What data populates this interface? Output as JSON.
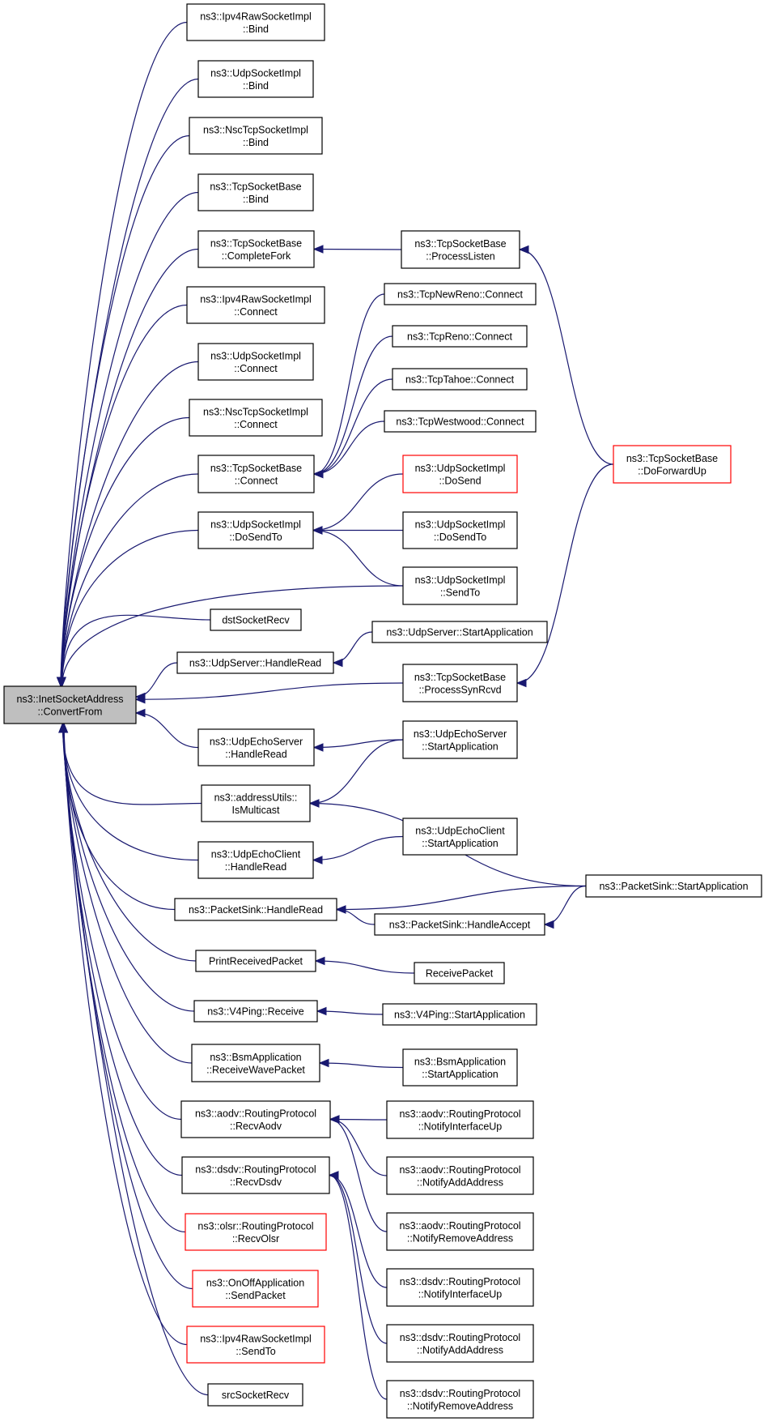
{
  "colors": {
    "edge": "#191970",
    "node_border": "#000000",
    "node_border_truncated": "#ff0000",
    "root_fill": "#bfbfbf"
  },
  "root": {
    "id": "root",
    "lines": [
      "ns3::InetSocketAddress",
      "::ConvertFrom"
    ]
  },
  "callers": [
    {
      "id": "c1",
      "lines": [
        "ns3::Ipv4RawSocketImpl",
        "::Bind"
      ]
    },
    {
      "id": "c2",
      "lines": [
        "ns3::UdpSocketImpl",
        "::Bind"
      ]
    },
    {
      "id": "c3",
      "lines": [
        "ns3::NscTcpSocketImpl",
        "::Bind"
      ]
    },
    {
      "id": "c4",
      "lines": [
        "ns3::TcpSocketBase",
        "::Bind"
      ]
    },
    {
      "id": "c5",
      "lines": [
        "ns3::TcpSocketBase",
        "::CompleteFork"
      ]
    },
    {
      "id": "c6",
      "lines": [
        "ns3::Ipv4RawSocketImpl",
        "::Connect"
      ]
    },
    {
      "id": "c7",
      "lines": [
        "ns3::UdpSocketImpl",
        "::Connect"
      ]
    },
    {
      "id": "c8",
      "lines": [
        "ns3::NscTcpSocketImpl",
        "::Connect"
      ]
    },
    {
      "id": "c9",
      "lines": [
        "ns3::TcpSocketBase",
        "::Connect"
      ]
    },
    {
      "id": "c10",
      "lines": [
        "ns3::UdpSocketImpl",
        "::DoSendTo"
      ]
    },
    {
      "id": "c11",
      "lines": [
        "dstSocketRecv"
      ]
    },
    {
      "id": "c12",
      "lines": [
        "ns3::UdpServer::HandleRead"
      ]
    },
    {
      "id": "c13",
      "lines": [
        "ns3::UdpEchoServer",
        "::HandleRead"
      ]
    },
    {
      "id": "c14",
      "lines": [
        "ns3::addressUtils::",
        "IsMulticast"
      ]
    },
    {
      "id": "c15",
      "lines": [
        "ns3::UdpEchoClient",
        "::HandleRead"
      ]
    },
    {
      "id": "c16",
      "lines": [
        "ns3::PacketSink::HandleRead"
      ]
    },
    {
      "id": "c17",
      "lines": [
        "PrintReceivedPacket"
      ]
    },
    {
      "id": "c18",
      "lines": [
        "ns3::V4Ping::Receive"
      ]
    },
    {
      "id": "c19",
      "lines": [
        "ns3::BsmApplication",
        "::ReceiveWavePacket"
      ]
    },
    {
      "id": "c20",
      "lines": [
        "ns3::aodv::RoutingProtocol",
        "::RecvAodv"
      ]
    },
    {
      "id": "c21",
      "lines": [
        "ns3::dsdv::RoutingProtocol",
        "::RecvDsdv"
      ]
    },
    {
      "id": "c22",
      "lines": [
        "ns3::olsr::RoutingProtocol",
        "::RecvOlsr"
      ],
      "truncated": true
    },
    {
      "id": "c23",
      "lines": [
        "ns3::OnOffApplication",
        "::SendPacket"
      ],
      "truncated": true
    },
    {
      "id": "c24",
      "lines": [
        "ns3::Ipv4RawSocketImpl",
        "::SendTo"
      ],
      "truncated": true
    },
    {
      "id": "c25",
      "lines": [
        "srcSocketRecv"
      ]
    }
  ],
  "second_level": [
    {
      "id": "d1",
      "lines": [
        "ns3::TcpSocketBase",
        "::ProcessListen"
      ]
    },
    {
      "id": "d2",
      "lines": [
        "ns3::TcpNewReno::Connect"
      ]
    },
    {
      "id": "d3",
      "lines": [
        "ns3::TcpReno::Connect"
      ]
    },
    {
      "id": "d4",
      "lines": [
        "ns3::TcpTahoe::Connect"
      ]
    },
    {
      "id": "d5",
      "lines": [
        "ns3::TcpWestwood::Connect"
      ]
    },
    {
      "id": "d6",
      "lines": [
        "ns3::UdpSocketImpl",
        "::DoSend"
      ],
      "truncated": true
    },
    {
      "id": "d7",
      "lines": [
        "ns3::UdpSocketImpl",
        "::DoSendTo"
      ]
    },
    {
      "id": "d8",
      "lines": [
        "ns3::UdpSocketImpl",
        "::SendTo"
      ]
    },
    {
      "id": "d9",
      "lines": [
        "ns3::UdpServer::StartApplication"
      ]
    },
    {
      "id": "d10",
      "lines": [
        "ns3::TcpSocketBase",
        "::ProcessSynRcvd"
      ]
    },
    {
      "id": "d11",
      "lines": [
        "ns3::UdpEchoServer",
        "::StartApplication"
      ]
    },
    {
      "id": "d12",
      "lines": [
        "ns3::UdpEchoClient",
        "::StartApplication"
      ]
    },
    {
      "id": "d13",
      "lines": [
        "ns3::PacketSink::HandleAccept"
      ]
    },
    {
      "id": "d14",
      "lines": [
        "ReceivePacket"
      ]
    },
    {
      "id": "d15",
      "lines": [
        "ns3::V4Ping::StartApplication"
      ]
    },
    {
      "id": "d16",
      "lines": [
        "ns3::BsmApplication",
        "::StartApplication"
      ]
    },
    {
      "id": "d17",
      "lines": [
        "ns3::aodv::RoutingProtocol",
        "::NotifyInterfaceUp"
      ]
    },
    {
      "id": "d18",
      "lines": [
        "ns3::aodv::RoutingProtocol",
        "::NotifyAddAddress"
      ]
    },
    {
      "id": "d19",
      "lines": [
        "ns3::aodv::RoutingProtocol",
        "::NotifyRemoveAddress"
      ]
    },
    {
      "id": "d20",
      "lines": [
        "ns3::dsdv::RoutingProtocol",
        "::NotifyInterfaceUp"
      ]
    },
    {
      "id": "d21",
      "lines": [
        "ns3::dsdv::RoutingProtocol",
        "::NotifyAddAddress"
      ]
    },
    {
      "id": "d22",
      "lines": [
        "ns3::dsdv::RoutingProtocol",
        "::NotifyRemoveAddress"
      ]
    }
  ],
  "third_level": [
    {
      "id": "e1",
      "lines": [
        "ns3::TcpSocketBase",
        "::DoForwardUp"
      ],
      "truncated": true
    },
    {
      "id": "e2",
      "lines": [
        "ns3::PacketSink::StartApplication"
      ]
    }
  ],
  "edges": [
    [
      "c1",
      "root"
    ],
    [
      "c2",
      "root"
    ],
    [
      "c3",
      "root"
    ],
    [
      "c4",
      "root"
    ],
    [
      "c5",
      "root"
    ],
    [
      "c6",
      "root"
    ],
    [
      "c7",
      "root"
    ],
    [
      "c8",
      "root"
    ],
    [
      "c9",
      "root"
    ],
    [
      "c10",
      "root"
    ],
    [
      "c11",
      "root"
    ],
    [
      "c12",
      "root"
    ],
    [
      "c13",
      "root"
    ],
    [
      "c14",
      "root"
    ],
    [
      "c15",
      "root"
    ],
    [
      "c16",
      "root"
    ],
    [
      "c17",
      "root"
    ],
    [
      "c18",
      "root"
    ],
    [
      "c19",
      "root"
    ],
    [
      "c20",
      "root"
    ],
    [
      "c21",
      "root"
    ],
    [
      "c22",
      "root"
    ],
    [
      "c23",
      "root"
    ],
    [
      "c24",
      "root"
    ],
    [
      "c25",
      "root"
    ],
    [
      "d8",
      "root"
    ],
    [
      "d10",
      "root"
    ],
    [
      "d1",
      "c5"
    ],
    [
      "d2",
      "c9"
    ],
    [
      "d3",
      "c9"
    ],
    [
      "d4",
      "c9"
    ],
    [
      "d5",
      "c9"
    ],
    [
      "d6",
      "c10"
    ],
    [
      "d7",
      "c10"
    ],
    [
      "d8",
      "c10"
    ],
    [
      "d9",
      "c12"
    ],
    [
      "d11",
      "c13"
    ],
    [
      "d11",
      "c14"
    ],
    [
      "e2",
      "c14"
    ],
    [
      "d12",
      "c15"
    ],
    [
      "e2",
      "c16"
    ],
    [
      "d13",
      "c16"
    ],
    [
      "d14",
      "c17"
    ],
    [
      "d15",
      "c18"
    ],
    [
      "d16",
      "c19"
    ],
    [
      "d17",
      "c20"
    ],
    [
      "d18",
      "c20"
    ],
    [
      "d19",
      "c20"
    ],
    [
      "d20",
      "c21"
    ],
    [
      "d21",
      "c21"
    ],
    [
      "d22",
      "c21"
    ],
    [
      "e1",
      "d1"
    ],
    [
      "e1",
      "d10"
    ],
    [
      "e2",
      "d13"
    ]
  ]
}
